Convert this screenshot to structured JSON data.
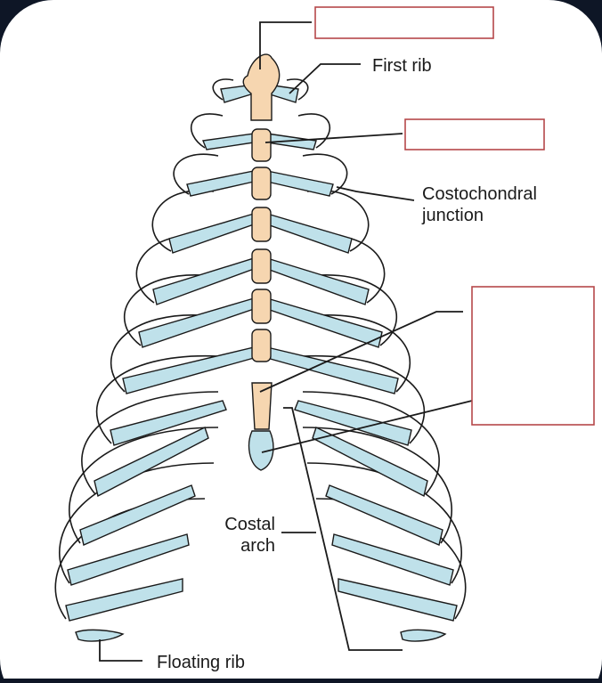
{
  "diagram": {
    "labels": {
      "first_rib": "First rib",
      "costochondral_line1": "Costochondral",
      "costochondral_line2": "junction",
      "costal_arch_line1": "Costal",
      "costal_arch_line2": "arch",
      "floating_rib": "Floating rib"
    },
    "blank_boxes": [
      {
        "id": "manubrium",
        "text": ""
      },
      {
        "id": "sternal-angle",
        "text": ""
      },
      {
        "id": "body-xiphoid",
        "text": ""
      }
    ],
    "colors": {
      "background": "#0e1626",
      "card": "#ffffff",
      "bone": "#f6d6b0",
      "cartilage": "#bfe1ea",
      "outline": "#1a1a1a",
      "box_border": "#b5484a"
    }
  }
}
